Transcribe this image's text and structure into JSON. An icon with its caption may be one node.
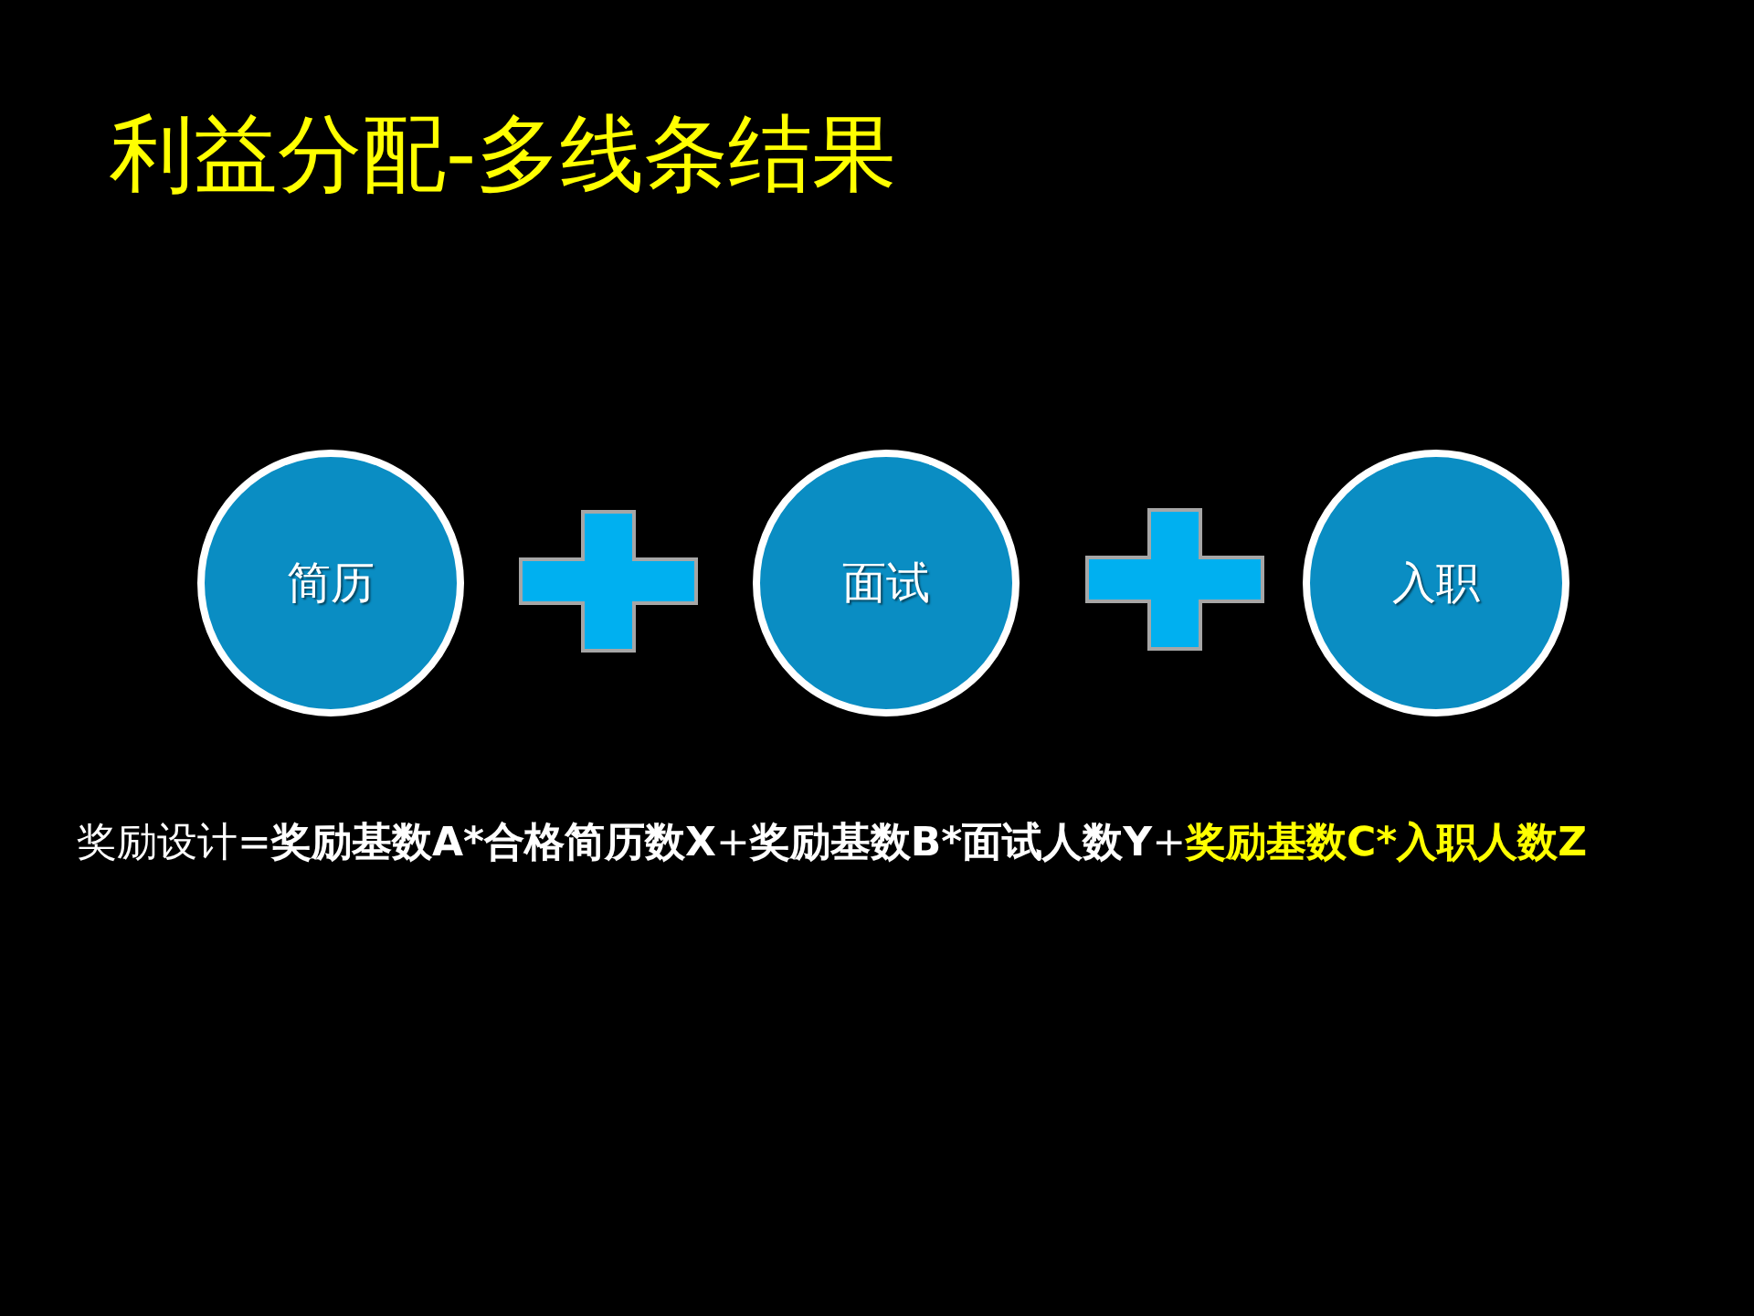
{
  "diagram": {
    "title": "利益分配-多线条结果",
    "nodes": [
      {
        "text": [
          "简历"
        ]
      },
      {
        "text": [
          "面试"
        ]
      },
      {
        "text": [
          "入职"
        ]
      }
    ],
    "labels": [
      "奖励设计=",
      "奖励基数A*合格简历数X",
      "+",
      "奖励基数B*面试人数Y",
      "+",
      "奖励基数C*入职人数Z"
    ]
  }
}
